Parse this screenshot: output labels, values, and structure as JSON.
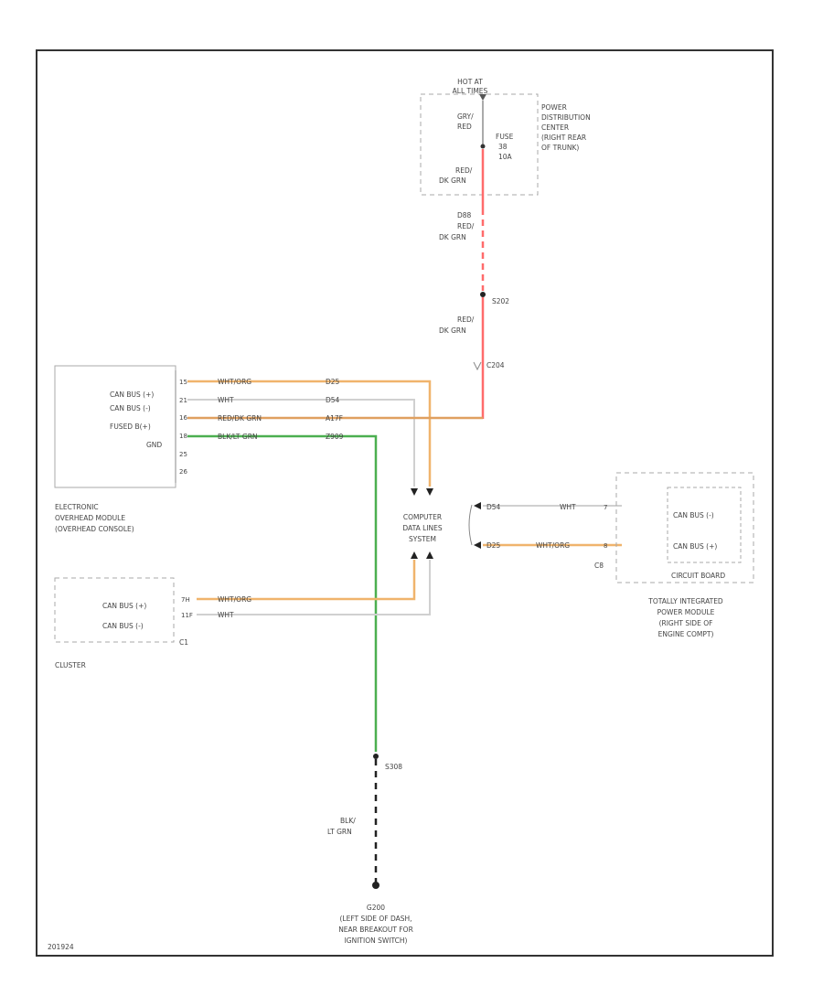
{
  "power_center": {
    "hot_at": [
      "HOT AT",
      "ALL TIMES"
    ],
    "name": [
      "POWER",
      "DISTRIBUTION",
      "CENTER",
      "(RIGHT REAR",
      "OF TRUNK)"
    ],
    "fuse_label": [
      "FUSE",
      "38",
      "10A"
    ],
    "in_wire": [
      "GRY/",
      "RED"
    ],
    "out_wire": [
      "RED/",
      "DK GRN"
    ]
  },
  "feed_wire": {
    "circuit": "D88",
    "color": [
      "RED/",
      "DK GRN"
    ]
  },
  "splice": {
    "id": "S202",
    "color": [
      "RED/",
      "DK GRN"
    ],
    "connector": "C204"
  },
  "eom": {
    "name": [
      "ELECTRONIC",
      "OVERHEAD MODULE",
      "(OVERHEAD CONSOLE)"
    ],
    "pins": [
      {
        "label": "CAN BUS (+)",
        "num": "15",
        "wire": "WHT/ORG",
        "circuit": "D25"
      },
      {
        "label": "CAN BUS (-)",
        "num": "21",
        "wire": "WHT",
        "circuit": "D54"
      },
      {
        "label": "FUSED B(+)",
        "num": "16",
        "wire": "RED/DK GRN",
        "circuit": "A17F"
      },
      {
        "label": "GND",
        "num": "18",
        "wire": "BLK/LT GRN",
        "circuit": "Z909"
      },
      {
        "label": "",
        "num": "25",
        "wire": "",
        "circuit": ""
      },
      {
        "label": "",
        "num": "26",
        "wire": "",
        "circuit": ""
      }
    ]
  },
  "cds": {
    "name": [
      "COMPUTER",
      "DATA LINES",
      "SYSTEM"
    ]
  },
  "tipm": {
    "name": [
      "TOTALLY INTEGRATED",
      "POWER MODULE",
      "(RIGHT SIDE OF",
      "ENGINE COMPT)"
    ],
    "pins": [
      {
        "label": "CAN BUS (-)",
        "num": "7",
        "wire": "WHT",
        "circuit": "D54"
      },
      {
        "label": "CAN BUS (+)",
        "num": "8",
        "wire": "WHT/ORG",
        "circuit": "D25"
      }
    ],
    "connector": "C8",
    "sub": "CIRCUIT BOARD"
  },
  "cluster": {
    "name": "CLUSTER",
    "connector": "C1",
    "pins": [
      {
        "label": "CAN BUS (+)",
        "num": "7H",
        "wire": "WHT/ORG"
      },
      {
        "label": "CAN BUS (-)",
        "num": "11F",
        "wire": "WHT"
      }
    ]
  },
  "ground": {
    "splice": "S308",
    "wire": [
      "BLK/",
      "LT GRN"
    ],
    "id": "G200",
    "desc": [
      "(LEFT SIDE OF DASH,",
      "NEAR BREAKOUT FOR",
      "IGNITION SWITCH)"
    ]
  },
  "footer_code": "201924",
  "colors": {
    "red": "#ff6b6b",
    "orange": "#f0b46c",
    "green": "#4caf50",
    "gray": "#d0d0d0",
    "frame": "#333333"
  }
}
